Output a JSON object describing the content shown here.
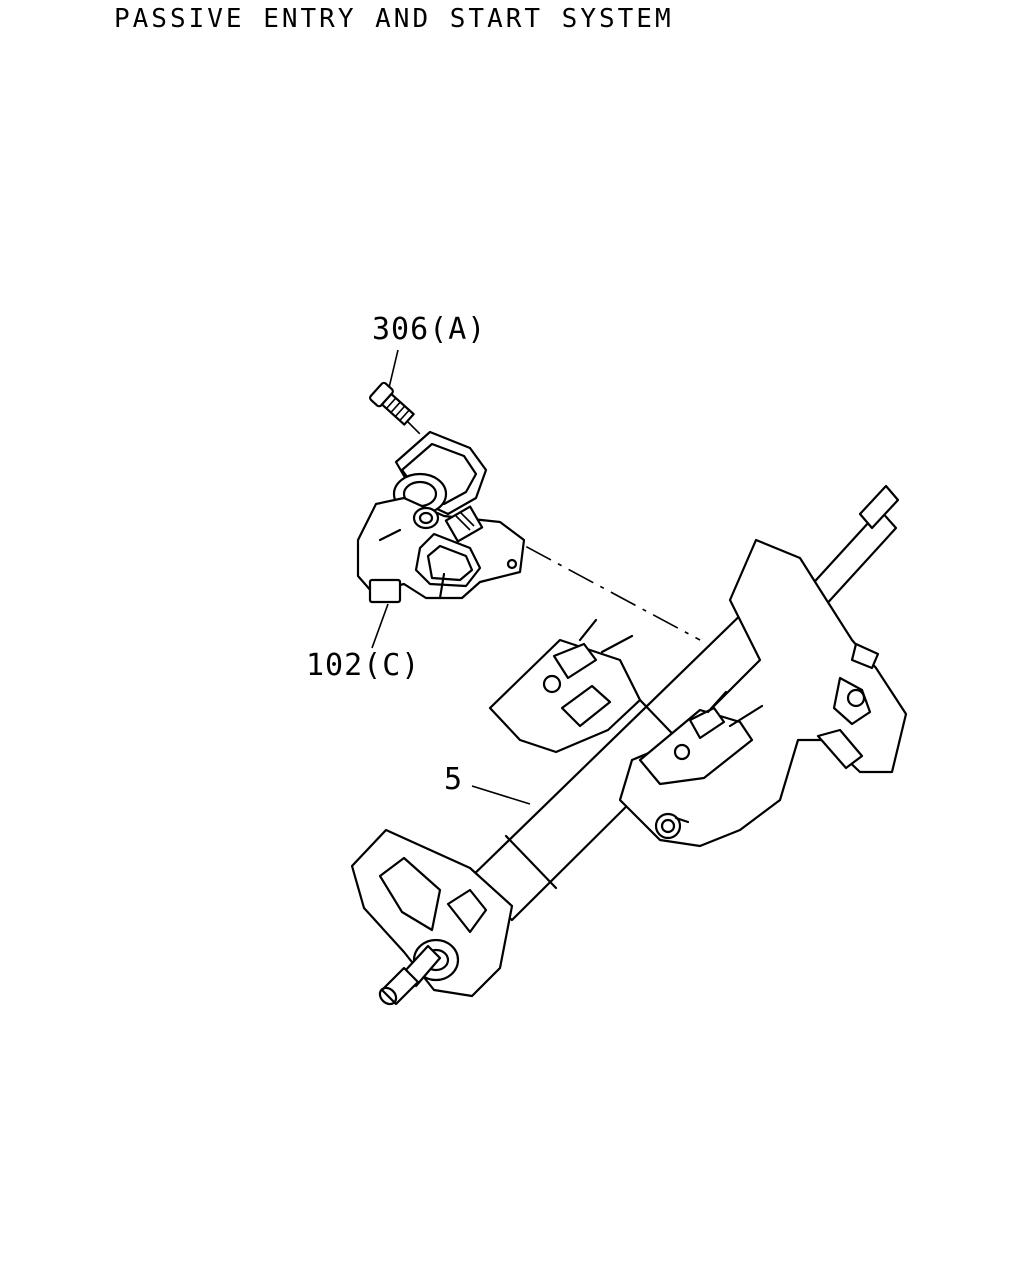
{
  "diagram": {
    "title": "PASSIVE ENTRY AND START SYSTEM",
    "callouts": {
      "bolt": "306(A)",
      "switch": "102(C)",
      "column": "5"
    }
  }
}
